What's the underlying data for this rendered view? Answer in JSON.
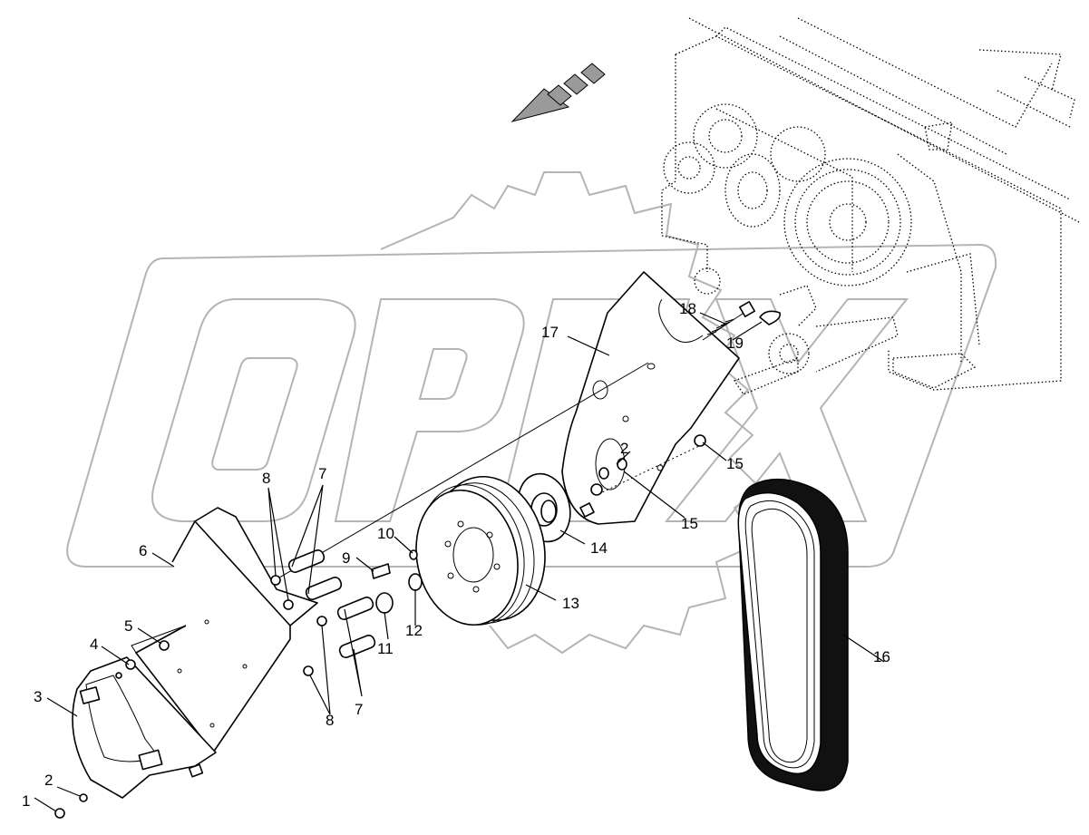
{
  "watermark": {
    "text": "OPEX",
    "color": "#b4b4b4"
  },
  "callouts": [
    "1",
    "2",
    "3",
    "4",
    "5",
    "6",
    "7",
    "8",
    "9",
    "10",
    "11",
    "12",
    "13",
    "14",
    "15",
    "16",
    "17",
    "18",
    "19"
  ],
  "labels": {
    "l1": "1",
    "l2a": "2",
    "l2b": "2",
    "l3": "3",
    "l4": "4",
    "l5": "5",
    "l6": "6",
    "l7a": "7",
    "l7b": "7",
    "l8a": "8",
    "l8b": "8",
    "l9": "9",
    "l10": "10",
    "l11": "11",
    "l12": "12",
    "l13": "13",
    "l14": "14",
    "l15a": "15",
    "l15b": "15",
    "l16": "16",
    "l17": "17",
    "l18": "18",
    "l19": "19"
  },
  "direction_arrow": {
    "icon": "direction-arrow-icon",
    "color": "#888888"
  }
}
